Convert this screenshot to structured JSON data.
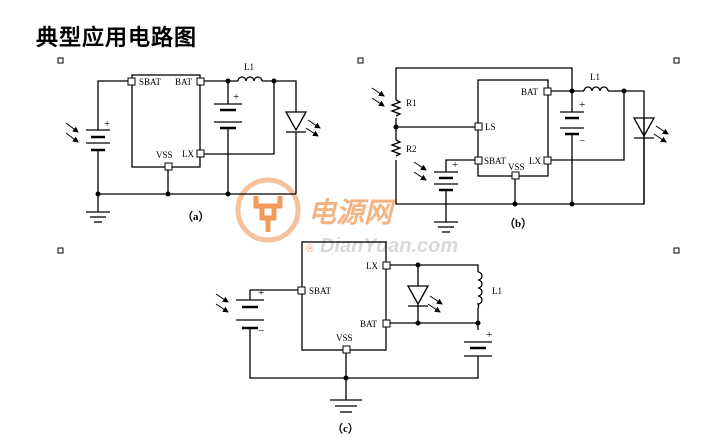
{
  "title": "典型应用电路图",
  "watermark": {
    "cn": "电源网",
    "en": "DianYuan.com",
    "reg": "®"
  },
  "circuit_a": {
    "caption": "（a）",
    "pins": {
      "sbat": "SBAT",
      "bat": "BAT",
      "vss": "VSS",
      "lx": "LX"
    },
    "inductor": "L1"
  },
  "circuit_b": {
    "caption": "（b）",
    "pins": {
      "bat": "BAT",
      "ls": "LS",
      "sbat": "SBAT",
      "vss": "VSS",
      "lx": "LX"
    },
    "resistors": [
      "R1",
      "R2"
    ],
    "inductor": "L1"
  },
  "circuit_c": {
    "caption": "（c）",
    "pins": {
      "lx": "LX",
      "sbat": "SBAT",
      "bat": "BAT",
      "vss": "VSS"
    },
    "inductor": "L1"
  },
  "polarity": {
    "plus": "+",
    "minus": "−"
  }
}
